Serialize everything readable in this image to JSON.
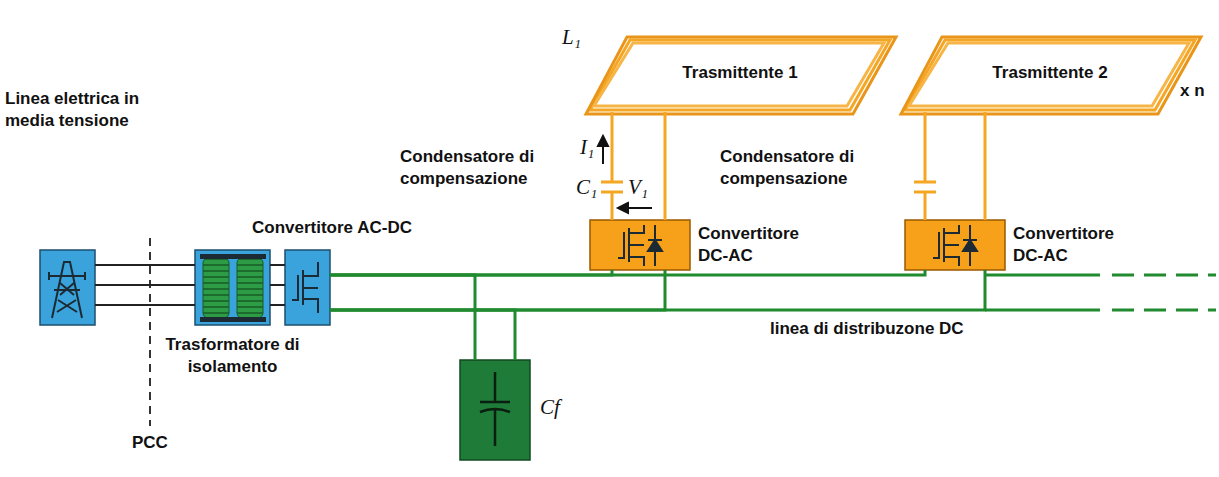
{
  "diagram": {
    "nodes": [
      {
        "text": [
          "Linea elettrica in media tensione"
        ]
      },
      {
        "text": [
          "Trasformatore di isolamento"
        ]
      },
      {
        "text": [
          "Convertitore AC-DC"
        ]
      },
      {
        "text": [
          "Trasmittente 1"
        ]
      },
      {
        "text": [
          "Convertitore DC-AC"
        ]
      },
      {
        "text": [
          "Trasmittente 2"
        ]
      },
      {
        "text": [
          "Convertitore DC-AC"
        ]
      },
      {
        "text": [
          "Cf"
        ]
      }
    ],
    "edges": [
      {
        "from": 0,
        "to": 1,
        "arrow": "none"
      },
      {
        "from": 1,
        "to": 2,
        "arrow": "none"
      },
      {
        "from": 2,
        "to": 4,
        "arrow": "none"
      },
      {
        "from": 2,
        "to": 6,
        "arrow": "none"
      },
      {
        "from": 2,
        "to": 7,
        "arrow": "none"
      },
      {
        "from": 4,
        "to": 3,
        "arrow": "none"
      },
      {
        "from": 6,
        "to": 5,
        "arrow": "none"
      }
    ],
    "labels": [
      "L₁",
      "I₁",
      "C₁",
      "V₁",
      "Condensatore di compensazione",
      "Condensatore di compensazione",
      "x n",
      "linea di distribuzone DC",
      "PCC"
    ]
  }
}
